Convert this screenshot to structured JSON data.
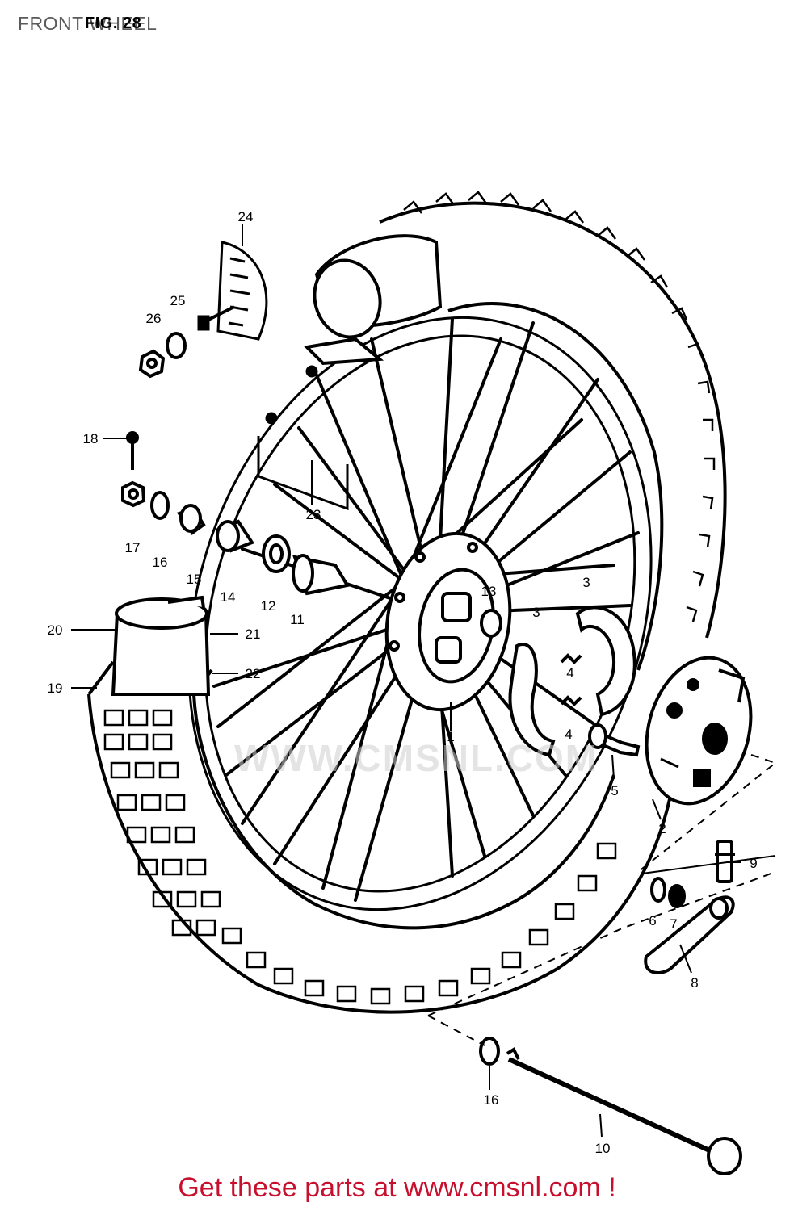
{
  "page": {
    "title": "FRONT WHEEL",
    "fig_number": "FIG. 28",
    "watermark": "WWW.CMSNL.COM",
    "footer_link_text": "Get these parts at www.cmsnl.com !"
  },
  "diagram": {
    "part_labels": [
      {
        "id": "p1",
        "number": "1"
      },
      {
        "id": "p2",
        "number": "2"
      },
      {
        "id": "p3a",
        "number": "3"
      },
      {
        "id": "p3b",
        "number": "3"
      },
      {
        "id": "p4a",
        "number": "4"
      },
      {
        "id": "p4b",
        "number": "4"
      },
      {
        "id": "p5",
        "number": "5"
      },
      {
        "id": "p6",
        "number": "6"
      },
      {
        "id": "p7",
        "number": "7"
      },
      {
        "id": "p8",
        "number": "8"
      },
      {
        "id": "p9",
        "number": "9"
      },
      {
        "id": "p10",
        "number": "10"
      },
      {
        "id": "p11",
        "number": "11"
      },
      {
        "id": "p12",
        "number": "12"
      },
      {
        "id": "p13",
        "number": "13"
      },
      {
        "id": "p14",
        "number": "14"
      },
      {
        "id": "p15",
        "number": "15"
      },
      {
        "id": "p16a",
        "number": "16"
      },
      {
        "id": "p16b",
        "number": "16"
      },
      {
        "id": "p17",
        "number": "17"
      },
      {
        "id": "p18",
        "number": "18"
      },
      {
        "id": "p19",
        "number": "19"
      },
      {
        "id": "p20",
        "number": "20"
      },
      {
        "id": "p21",
        "number": "21"
      },
      {
        "id": "p22",
        "number": "22"
      },
      {
        "id": "p23",
        "number": "23"
      },
      {
        "id": "p24",
        "number": "24"
      },
      {
        "id": "p25",
        "number": "25"
      },
      {
        "id": "p26",
        "number": "26"
      }
    ]
  },
  "colors": {
    "footer_text": "#c8102e",
    "title_text": "#5a5a5a",
    "line_art": "#000000"
  }
}
